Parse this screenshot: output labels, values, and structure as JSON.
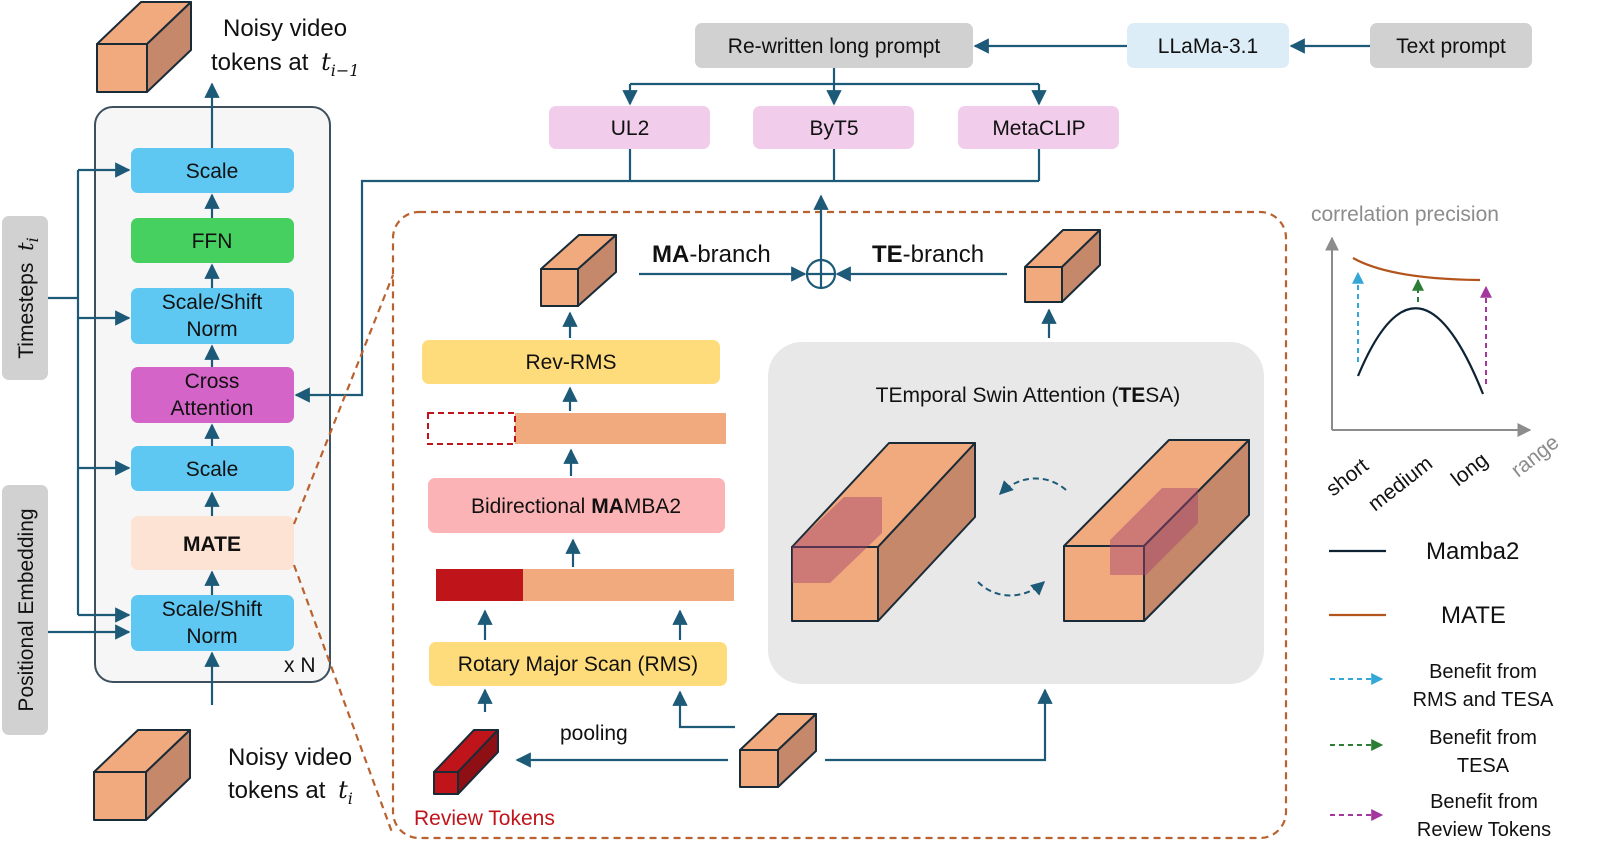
{
  "transformer_block": {
    "repeat_label": "x N",
    "scale_top": "Scale",
    "ffn": "FFN",
    "norm_top": [
      "Scale/Shift",
      "Norm"
    ],
    "cross_attention": [
      "Cross",
      "Attention"
    ],
    "scale_mid": "Scale",
    "mate": "MATE",
    "norm_bottom": [
      "Scale/Shift",
      "Norm"
    ]
  },
  "side_labels": {
    "timesteps": "Timesteps",
    "timesteps_symbol": "t",
    "timesteps_sub": "i",
    "positional_embedding": "Positional Embedding"
  },
  "tokens": {
    "output_line1": "Noisy video",
    "output_line2": "tokens at",
    "output_symbol": "t",
    "output_sub": "i−1",
    "input_line1": "Noisy video",
    "input_line2": "tokens at",
    "input_symbol": "t",
    "input_sub": "i"
  },
  "text_pipeline": {
    "text_prompt": "Text prompt",
    "llama": "LLaMa-3.1",
    "rewritten": "Re-written long prompt",
    "encoders": [
      "UL2",
      "ByT5",
      "MetaCLIP"
    ]
  },
  "mate": {
    "ma_branch_bold": "MA",
    "ma_branch_rest": "-branch",
    "te_branch_bold": "TE",
    "te_branch_rest": "-branch",
    "rev_rms": "Rev-RMS",
    "mamba_prefix": "Bidirectional ",
    "mamba_bold": "MA",
    "mamba_rest": "MBA2",
    "rms": "Rotary Major Scan (RMS)",
    "pooling": "pooling",
    "review_tokens": "Review Tokens",
    "tesa_prefix": "TEmporal Swin Attention (",
    "tesa_bold": "TE",
    "tesa_rest": "SA)"
  },
  "chart_data": {
    "type": "line",
    "title": "correlation precision",
    "xlabel": "range",
    "categories": [
      "short",
      "medium",
      "long"
    ],
    "series": [
      {
        "name": "Mamba2",
        "color": "#0d2233"
      },
      {
        "name": "MATE",
        "color": "#b4541d"
      }
    ]
  },
  "legend": {
    "mamba2": "Mamba2",
    "mate": "MATE",
    "benefit_rms": [
      "Benefit from",
      "RMS and TESA"
    ],
    "benefit_tesa": [
      "Benefit from",
      "TESA"
    ],
    "benefit_review": [
      "Benefit from",
      "Review Tokens"
    ]
  },
  "colors": {
    "flow": "#1d5a78",
    "scale_box": "#5ec8f2",
    "ffn_box": "#45d05f",
    "cross_attention_box": "#d564c8",
    "mate_box": "#fde3d4",
    "rev_rms_box": "#fedc7b",
    "mamba_box": "#fbb3b5",
    "encoder_box": "#f1cdeb",
    "llama_box": "#ddedf7",
    "gray_box": "#d1d1d1",
    "token_front": "#f1a97e",
    "token_side": "#c5886a",
    "review_token": "#c0141b",
    "dashed_border": "#b9622f",
    "benefit_rms": "#33a7d6",
    "benefit_tesa": "#2c7d35",
    "benefit_review": "#a4379d"
  }
}
